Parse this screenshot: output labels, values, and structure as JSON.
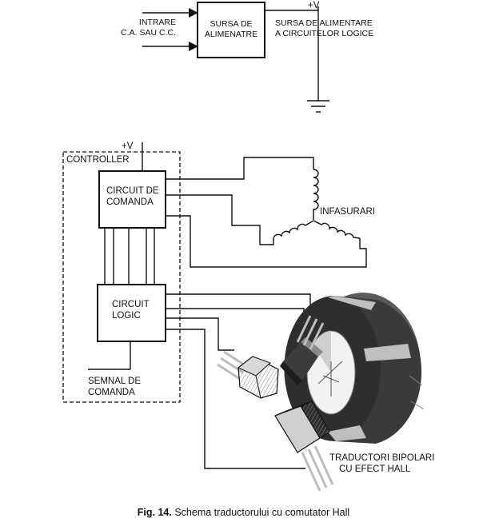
{
  "power_supply": {
    "input_label_1": "INTRARE",
    "input_label_2": "C.A. SAU C.C.",
    "box_line_1": "SURSA DE",
    "box_line_2": "ALIMENATRE",
    "output_voltage": "+V",
    "output_label_1": "SURSA DE ALIMENTARE",
    "output_label_2": "A CIRCUITELOR LOGICE"
  },
  "controller": {
    "voltage": "+V",
    "title": "CONTROLLER",
    "drive_line_1": "CIRCUIT DE",
    "drive_line_2": "COMANDA",
    "logic_line_1": "CIRCUIT",
    "logic_line_2": "LOGIC",
    "signal_line_1": "SEMNAL DE",
    "signal_line_2": "COMANDA"
  },
  "motor": {
    "windings_label": "INFASURARI",
    "sensor_label_1": "TRADUCTORI BIPOLARI",
    "sensor_label_2": "CU EFECT HALL"
  },
  "caption": {
    "number": "Fig. 14.",
    "text": "Schema traductorului cu comutator Hall"
  },
  "colors": {
    "line": "#111111",
    "rotor_dark": "#2e2e2e",
    "rotor_mid": "#5a5a5a",
    "stripe": "#bfbfbf",
    "sensor_light": "#cfcfcf"
  }
}
